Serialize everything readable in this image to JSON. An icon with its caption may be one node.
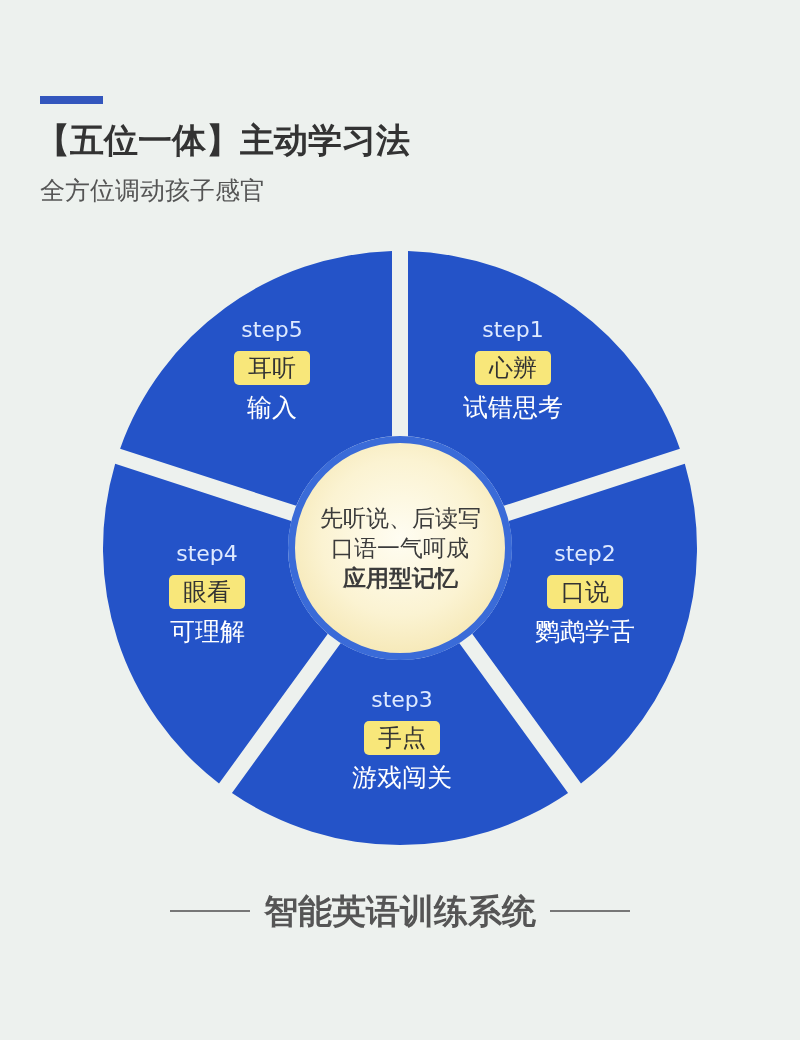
{
  "diagram": {
    "title": "【五位一体】主动学习法",
    "nodes": [
      {
        "text": [
          "step1",
          "心辨",
          "试错思考"
        ]
      },
      {
        "text": [
          "step2",
          "口说",
          "鹦鹉学舌"
        ]
      },
      {
        "text": [
          "step3",
          "手点",
          "游戏闯关"
        ]
      },
      {
        "text": [
          "step4",
          "眼看",
          "可理解"
        ]
      },
      {
        "text": [
          "step5",
          "耳听",
          "输入"
        ]
      },
      {
        "text": [
          "先听说、后读写",
          "口语一气呵成",
          "应用型记忆"
        ]
      }
    ],
    "labels": [
      "全方位调动孩子感官"
    ],
    "caption": "智能英语训练系统"
  }
}
